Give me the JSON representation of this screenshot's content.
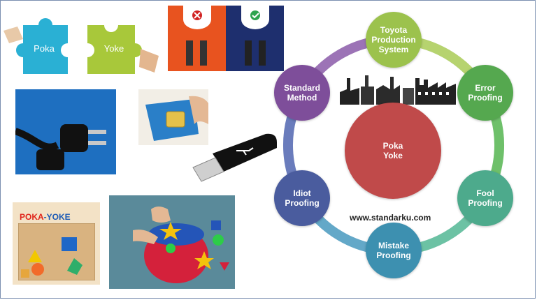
{
  "puzzle": {
    "left_label": "Poka",
    "right_label": "Yoke"
  },
  "cube_label": {
    "part1": "POKA",
    "part2": "-YOKE"
  },
  "diagram": {
    "center": "Poka\nYoke",
    "nodes": [
      {
        "label": "Toyota\nProduction\nSystem",
        "color": "#9cc24d"
      },
      {
        "label": "Error\nProofing",
        "color": "#55a84f"
      },
      {
        "label": "Fool\nProofing",
        "color": "#4daa8c"
      },
      {
        "label": "Mistake\nProofing",
        "color": "#3d90b0"
      },
      {
        "label": "Idiot\nProofing",
        "color": "#4a5c9e"
      },
      {
        "label": "Standard\nMethod",
        "color": "#7e4e9a"
      }
    ],
    "center_color": "#c04a4a",
    "website": "www.standarku.com"
  },
  "icons": [
    "puzzle-icon",
    "safety-sign-icon",
    "power-plug-icon",
    "sim-card-icon",
    "usb-drive-icon",
    "shape-sorter-cube-icon",
    "shape-sorter-toy-icon",
    "factory-icon"
  ]
}
